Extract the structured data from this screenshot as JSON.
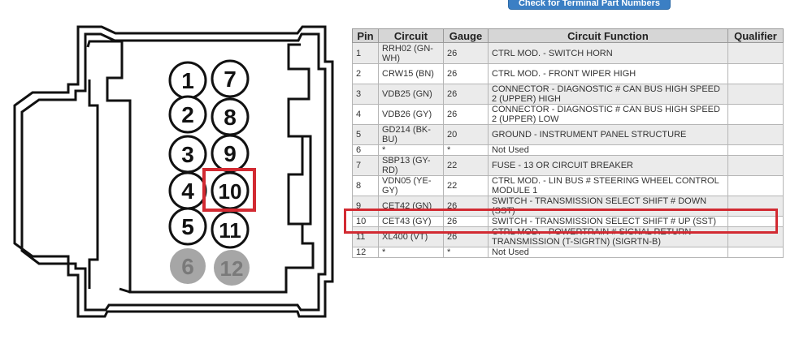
{
  "top_button": {
    "label": "Check for Terminal Part Numbers"
  },
  "connector": {
    "pins": [
      {
        "label": "1",
        "state": "active"
      },
      {
        "label": "2",
        "state": "active"
      },
      {
        "label": "3",
        "state": "active"
      },
      {
        "label": "4",
        "state": "active"
      },
      {
        "label": "5",
        "state": "active"
      },
      {
        "label": "6",
        "state": "unused"
      },
      {
        "label": "7",
        "state": "active"
      },
      {
        "label": "8",
        "state": "active"
      },
      {
        "label": "9",
        "state": "active"
      },
      {
        "label": "10",
        "state": "highlighted"
      },
      {
        "label": "11",
        "state": "active"
      },
      {
        "label": "12",
        "state": "unused"
      }
    ],
    "highlighted_pin": "10",
    "colors": {
      "outline": "#111111",
      "unused_fill": "#a6a6a6",
      "unused_text": "#7a7a7a",
      "highlight": "#d22a32"
    }
  },
  "table": {
    "headers": [
      "Pin",
      "Circuit",
      "Gauge",
      "Circuit Function",
      "Qualifier"
    ],
    "rows": [
      {
        "pin": "1",
        "circuit": "RRH02 (GN-WH)",
        "gauge": "26",
        "function": "CTRL MOD. - SWITCH HORN",
        "qualifier": ""
      },
      {
        "pin": "2",
        "circuit": "CRW15 (BN)",
        "gauge": "26",
        "function": "CTRL MOD. - FRONT WIPER HIGH",
        "qualifier": ""
      },
      {
        "pin": "3",
        "circuit": "VDB25 (GN)",
        "gauge": "26",
        "function": "CONNECTOR - DIAGNOSTIC # CAN BUS HIGH SPEED 2 (UPPER) HIGH",
        "qualifier": ""
      },
      {
        "pin": "4",
        "circuit": "VDB26 (GY)",
        "gauge": "26",
        "function": "CONNECTOR - DIAGNOSTIC # CAN BUS HIGH SPEED 2 (UPPER) LOW",
        "qualifier": ""
      },
      {
        "pin": "5",
        "circuit": "GD214 (BK-BU)",
        "gauge": "20",
        "function": "GROUND - INSTRUMENT PANEL STRUCTURE",
        "qualifier": ""
      },
      {
        "pin": "6",
        "circuit": "*",
        "gauge": "*",
        "function": "Not Used",
        "qualifier": ""
      },
      {
        "pin": "7",
        "circuit": "SBP13 (GY-RD)",
        "gauge": "22",
        "function": "FUSE - 13 OR CIRCUIT BREAKER",
        "qualifier": ""
      },
      {
        "pin": "8",
        "circuit": "VDN05 (YE-GY)",
        "gauge": "22",
        "function": "CTRL MOD. - LIN BUS # STEERING WHEEL CONTROL MODULE 1",
        "qualifier": ""
      },
      {
        "pin": "9",
        "circuit": "CET42 (GN)",
        "gauge": "26",
        "function": "SWITCH - TRANSMISSION SELECT SHIFT # DOWN (SST)",
        "qualifier": ""
      },
      {
        "pin": "10",
        "circuit": "CET43 (GY)",
        "gauge": "26",
        "function": "SWITCH - TRANSMISSION SELECT SHIFT # UP (SST)",
        "qualifier": ""
      },
      {
        "pin": "11",
        "circuit": "XL400 (VT)",
        "gauge": "26",
        "function": "CTRL MOD. - POWERTRAIN # SIGNAL RETURN TRANSMISSION (T-SIGRTN) (SIGRTN-B)",
        "qualifier": ""
      },
      {
        "pin": "12",
        "circuit": "*",
        "gauge": "*",
        "function": "Not Used",
        "qualifier": ""
      }
    ],
    "highlighted_row": "10"
  }
}
